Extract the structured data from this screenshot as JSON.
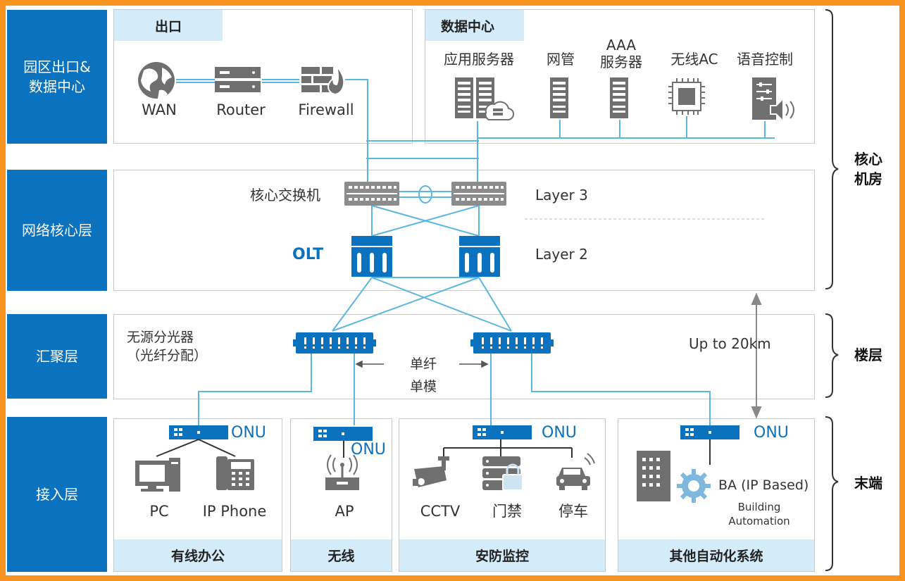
{
  "rows": {
    "exit_dc": "园区出口&\n数据中心",
    "core": "网络核心层",
    "aggregation": "汇聚层",
    "access": "接入层"
  },
  "exit_panel": {
    "tag": "出口",
    "items": [
      "WAN",
      "Router",
      "Firewall"
    ]
  },
  "dc_panel": {
    "tag": "数据中心",
    "items": [
      "应用服务器",
      "网管",
      "AAA\n服务器",
      "无线AC",
      "语音控制"
    ]
  },
  "core_panel": {
    "switch_label": "核心交换机",
    "olt_label": "OLT",
    "layer3": "Layer 3",
    "layer2": "Layer 2"
  },
  "agg_panel": {
    "splitter_label": "无源分光器\n（光纤分配）",
    "fiber_label": "单纤\n单模",
    "distance": "Up to 20km"
  },
  "access_panels": {
    "wired": {
      "onu": "ONU",
      "items": [
        "PC",
        "IP Phone"
      ],
      "footer": "有线办公"
    },
    "wireless": {
      "onu": "ONU",
      "items": [
        "AP"
      ],
      "footer": "无线"
    },
    "security": {
      "onu": "ONU",
      "items": [
        "CCTV",
        "门禁",
        "停车"
      ],
      "footer": "安防监控"
    },
    "automation": {
      "onu": "ONU",
      "ba": "BA (IP Based)",
      "ba_sub": "Building\nAutomation",
      "footer": "其他自动化系统"
    }
  },
  "right_labels": {
    "core_room": "核心\n机房",
    "floor": "楼层",
    "terminal": "末端"
  },
  "colors": {
    "accent": "#0a72bf",
    "light": "#d4ebf9",
    "line": "#5bb6e0",
    "border": "#f7931e"
  }
}
